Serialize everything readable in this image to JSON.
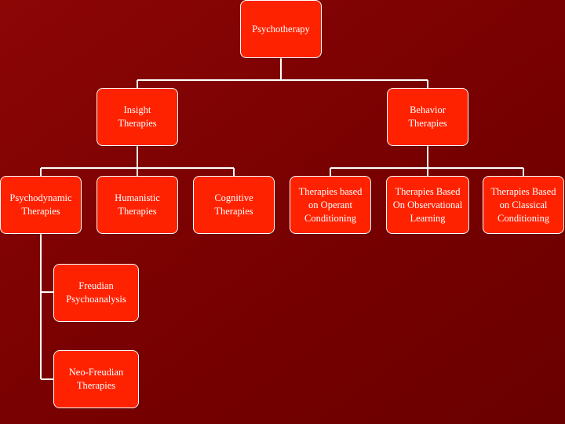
{
  "colors": {
    "background": "#7a0000",
    "node_fill": "#ff2200",
    "node_border": "#ffffff",
    "connector": "#ffffff"
  },
  "nodes": {
    "root": "Psychotherapy",
    "insight": "Insight\nTherapies",
    "behavior": "Behavior\nTherapies",
    "psychodynamic": "Psychodynamic\nTherapies",
    "humanistic": "Humanistic\nTherapies",
    "cognitive": "Cognitive\nTherapies",
    "operant": "Therapies based\non Operant\nConditioning",
    "observational": "Therapies Based\nOn Observational\nLearning",
    "classical": "Therapies Based\non Classical\nConditioning",
    "freudian": "Freudian\nPsychoanalysis",
    "neo_freudian": "Neo-Freudian\nTherapies"
  }
}
